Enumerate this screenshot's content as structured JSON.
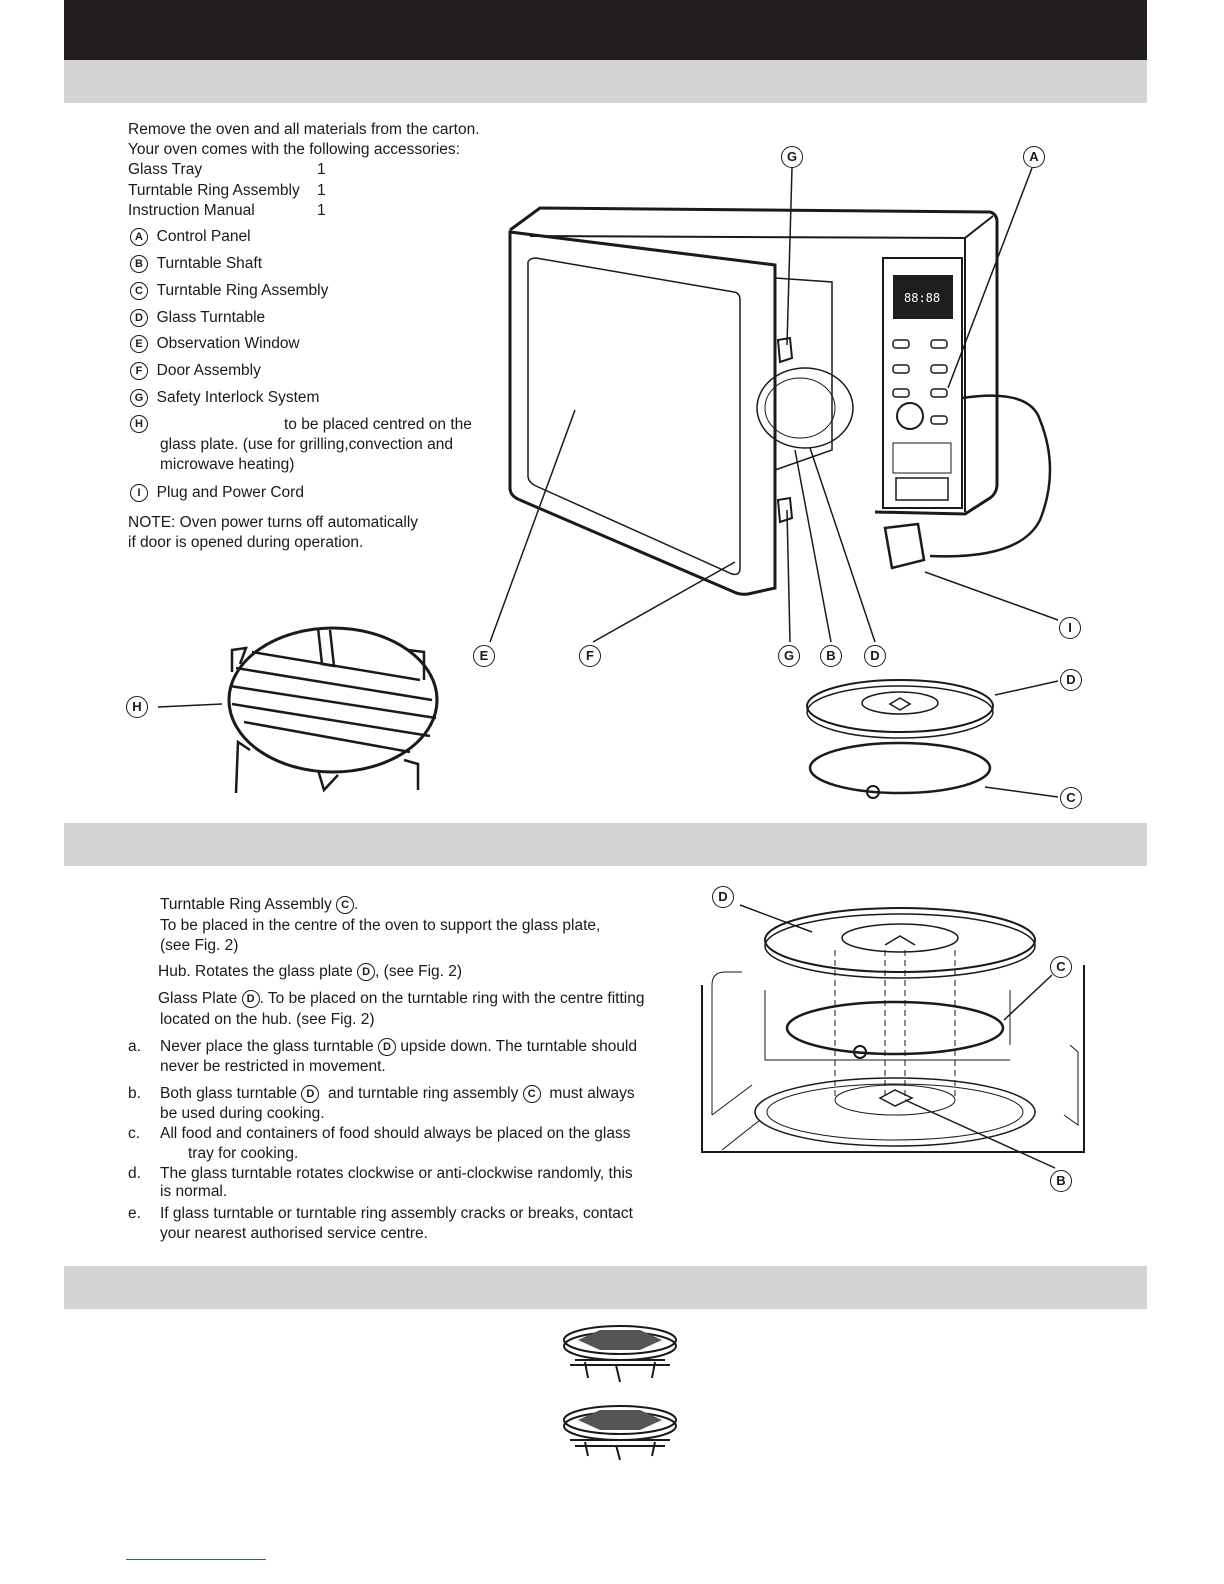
{
  "intro": {
    "line1": "Remove the oven and all materials from the carton.",
    "line2": "Your oven comes with the following accessories:",
    "accessories": [
      {
        "name": "Glass Tray",
        "qty": "1"
      },
      {
        "name": "Turntable Ring Assembly",
        "qty": "1"
      },
      {
        "name": "Instruction Manual",
        "qty": "1"
      }
    ]
  },
  "parts": [
    {
      "letter": "A",
      "label": "Control Panel"
    },
    {
      "letter": "B",
      "label": "Turntable Shaft"
    },
    {
      "letter": "C",
      "label": "Turntable Ring Assembly"
    },
    {
      "letter": "D",
      "label": "Glass Turntable"
    },
    {
      "letter": "E",
      "label": "Observation Window"
    },
    {
      "letter": "F",
      "label": "Door Assembly"
    },
    {
      "letter": "G",
      "label": "Safety Interlock System"
    },
    {
      "letter": "H",
      "label_line1": "to be placed centred on the",
      "label_line2": "glass plate. (use for grilling,convection and",
      "label_line3": "microwave heating)"
    },
    {
      "letter": "I",
      "label": "Plug and Power Cord"
    }
  ],
  "note": {
    "line1": "NOTE: Oven power turns off automatically",
    "line2": "if door is opened during operation."
  },
  "turntable": {
    "item1_line1": "Turntable Ring Assembly",
    "item1_line2": "To be placed in the centre of the oven to support the glass plate,",
    "item1_line3": "(see Fig. 2)",
    "item2_a": "Hub. Rotates the glass plate",
    "item2_b": ", (see Fig. 2)",
    "item3_a": "Glass Plate",
    "item3_b": ". To be placed on the turntable ring with the centre fitting",
    "item3_line2": "located on the hub. (see Fig. 2)",
    "notes": [
      {
        "marker": "a.",
        "line1a": "Never place the glass turntable",
        "line1b": "upside down. The turntable should",
        "line2": "never be restricted in movement."
      },
      {
        "marker": "b.",
        "line1a": "Both glass turntable",
        "line1b": "and turntable ring assembly",
        "line1c": "must always",
        "line2": "be used during cooking."
      },
      {
        "marker": "c.",
        "line1": "All food and containers of food should always be placed on the glass",
        "line2": "tray for cooking."
      },
      {
        "marker": "d.",
        "line1": "The glass turntable rotates clockwise or anti-clockwise randomly, this",
        "line2": "is normal."
      },
      {
        "marker": "e.",
        "line1": "If glass turntable  or turntable ring assembly cracks or breaks, contact",
        "line2": "your nearest authorised service centre."
      }
    ]
  },
  "diagram_labels": {
    "A": "A",
    "B": "B",
    "C": "C",
    "D": "D",
    "E": "E",
    "F": "F",
    "G": "G",
    "H": "H",
    "I": "I"
  },
  "display": {
    "digits": "88:88"
  }
}
